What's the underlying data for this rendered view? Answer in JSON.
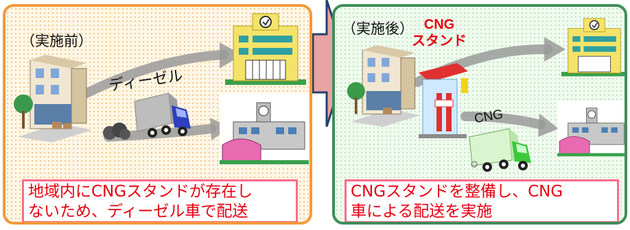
{
  "colors": {
    "before_border": "#f39a3a",
    "after_border": "#3f8e5b",
    "note_border": "#ff6b8a",
    "note_text": "#e60012",
    "connector_arrow": "#e8a3a3"
  },
  "before_panel": {
    "title": "（実施前）",
    "diesel_label": "ディーゼル",
    "note_lines": [
      "地域内にCNGスタンドが存在し",
      "ないため、ディーゼル車で配送"
    ],
    "icons": [
      "depot-building-icon",
      "school-icon",
      "factory-icon",
      "diesel-truck-icon",
      "exhaust-smoke-icon"
    ]
  },
  "after_panel": {
    "title": "（実施後）",
    "cng_stand_lines": [
      "CNG",
      "スタンド"
    ],
    "cng_label": "CNG",
    "note_lines": [
      "CNGスタンドを整備し、CNG",
      "車による配送を実施"
    ],
    "icons": [
      "depot-building-icon",
      "cng-station-icon",
      "school-icon",
      "factory-icon",
      "cng-truck-icon"
    ]
  }
}
